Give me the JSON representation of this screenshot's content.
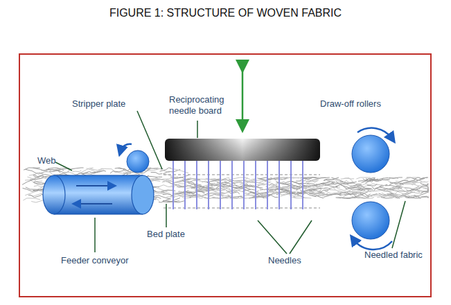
{
  "diagram": {
    "title": "FIGURE 1: STRUCTURE OF WOVEN FABRIC",
    "labels": [
      "Stripper plate",
      "Reciprocating needle board",
      "Draw-off rollers",
      "Web",
      "Bed plate",
      "Feeder conveyor",
      "Needles",
      "Needled fabric"
    ]
  }
}
